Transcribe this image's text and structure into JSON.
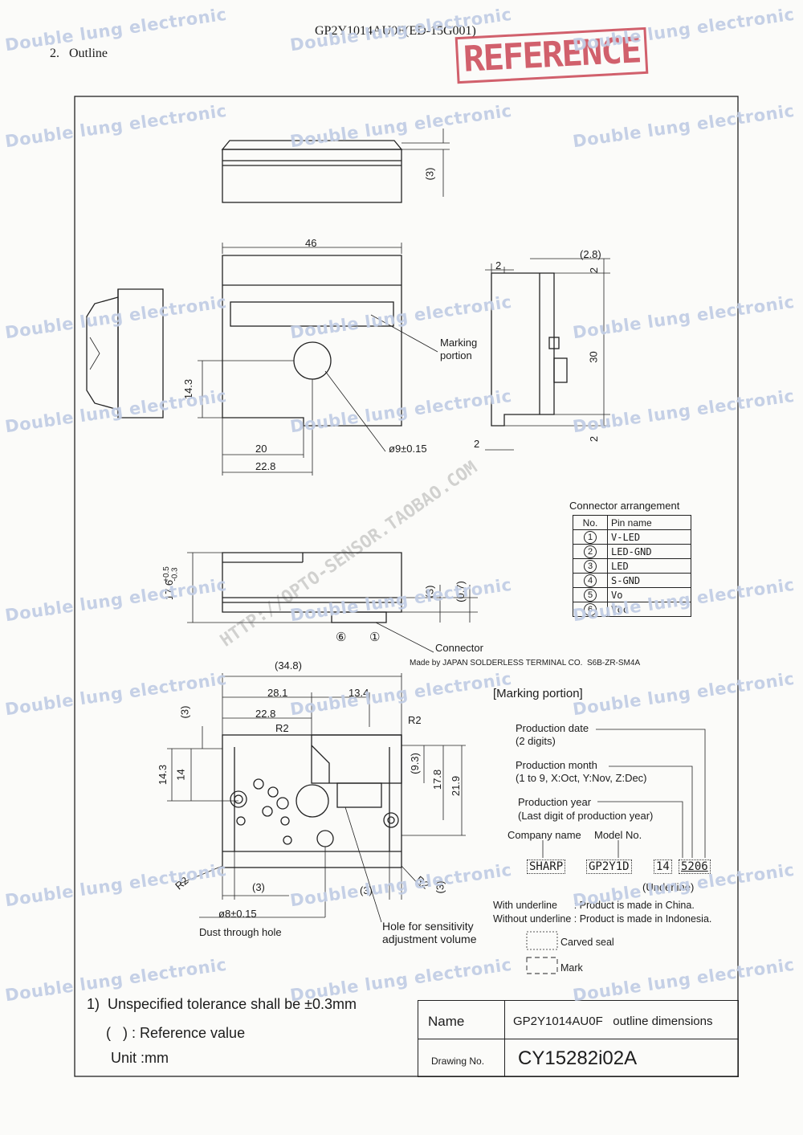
{
  "header": {
    "doc_code": "GP2Y1014AU0F(ED-15G001)",
    "section": "2.   Outline",
    "stamp": "REFERENCE"
  },
  "watermarks": {
    "text": "Double lung electronic",
    "url": "HTTP://OPTO-SENSOR.TAOBAO.COM"
  },
  "dims": {
    "top_3": "(3)",
    "w46": "46",
    "s_2a": "2",
    "s_2_8": "(2.8)",
    "s_2b": "2",
    "s_30": "30",
    "s_2c": "2",
    "s_2d": "2",
    "f_14_3": "14.3",
    "f_20": "20",
    "f_22_8": "22.8",
    "hole_d": "ø9±0.15",
    "marking_line1": "Marking",
    "marking_line2": "portion",
    "side_h": "17.6",
    "side_h_tol1": "+0.5",
    "side_h_tol2": "-0.3",
    "side_3": "(3)",
    "side_0_7": "(0.7)",
    "pin6": "⑥",
    "pin1": "①",
    "connector": "Connector",
    "made_by": "Made by JAPAN SOLDERLESS TERMINAL CO.  S6B-ZR-SM4A",
    "b_34_8": "(34.8)",
    "b_28_1": "28.1",
    "b_13_4": "13.4",
    "b_22_8": "22.8",
    "b_3_left": "(3)",
    "b_r2a": "R2",
    "b_r2b": "R2",
    "b_14_3": "14.3",
    "b_14": "14",
    "b_9_3": "(9.3)",
    "b_17_8": "17.8",
    "b_21_9": "21.9",
    "b_r2c": "R2",
    "b_r2d": "R2",
    "b_3_a": "(3)",
    "b_3_b": "(3)",
    "b_3_c": "(3)",
    "b_hole": "ø8±0.15",
    "dust_hole": "Dust through hole",
    "adj_line1": "Hole for sensitivity",
    "adj_line2": "adjustment volume"
  },
  "connector": {
    "title": "Connector arrangement",
    "col_no": "No.",
    "col_pin": "Pin name",
    "rows": [
      {
        "no": "1",
        "pin": "V-LED"
      },
      {
        "no": "2",
        "pin": "LED-GND"
      },
      {
        "no": "3",
        "pin": "LED"
      },
      {
        "no": "4",
        "pin": "S-GND"
      },
      {
        "no": "5",
        "pin": "Vo"
      },
      {
        "no": "6",
        "pin": "Vcc"
      }
    ]
  },
  "marking": {
    "title": "[Marking portion]",
    "prod_date": "Production date",
    "prod_date_sub": "(2 digits)",
    "prod_month": "Production month",
    "prod_month_sub": "(1 to 9, X:Oct, Y:Nov, Z:Dec)",
    "prod_year": "Production year",
    "prod_year_sub": "(Last digit of production year)",
    "company": "Company name",
    "model": "Model No.",
    "code_company": "SHARP",
    "code_model": "GP2Y1D",
    "code_14": "14",
    "code_5206": "5206",
    "underline": "(Underline)",
    "with_ul": "With underline      : Product is made in China.",
    "without_ul": "Without underline : Product is made in Indonesia.",
    "carved": "Carved seal",
    "mark": "Mark"
  },
  "notes": {
    "n1": "1)  Unspecified tolerance shall be ±0.3mm",
    "n2": "(   ) : Reference value",
    "n3": "Unit :mm"
  },
  "titleblock": {
    "name_label": "Name",
    "name_value": "GP2Y1014AU0F   outline dimensions",
    "drawing_label": "Drawing No.",
    "drawing_value": "CY15282i02A"
  }
}
